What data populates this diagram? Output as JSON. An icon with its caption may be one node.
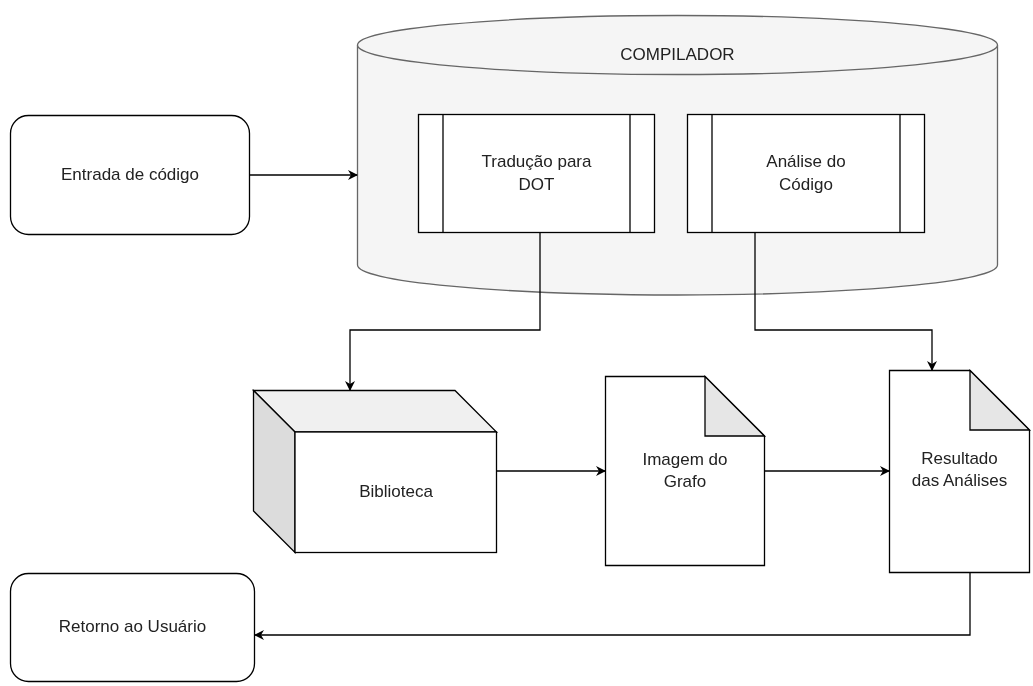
{
  "diagram": {
    "nodes": [
      {
        "text": [
          "Entrada de código"
        ]
      },
      {
        "text": [
          "COMPILADOR"
        ]
      },
      {
        "text": [
          "Tradução para DOT"
        ],
        "in": 1
      },
      {
        "text": [
          "Análise do Código"
        ],
        "in": 1
      },
      {
        "text": [
          "Biblioteca"
        ]
      },
      {
        "text": [
          "Imagem do Grafo"
        ]
      },
      {
        "text": [
          "Resultado das Análises"
        ]
      },
      {
        "text": [
          "Retorno ao Usuário"
        ]
      }
    ],
    "edges": [
      {
        "from": 0,
        "to": 1,
        "arrow": "to"
      },
      {
        "from": 2,
        "to": 4,
        "arrow": "to"
      },
      {
        "from": 3,
        "to": 6,
        "arrow": "to"
      },
      {
        "from": 4,
        "to": 5,
        "arrow": "to"
      },
      {
        "from": 5,
        "to": 6,
        "arrow": "to"
      },
      {
        "from": 6,
        "to": 7,
        "arrow": "to"
      }
    ]
  }
}
